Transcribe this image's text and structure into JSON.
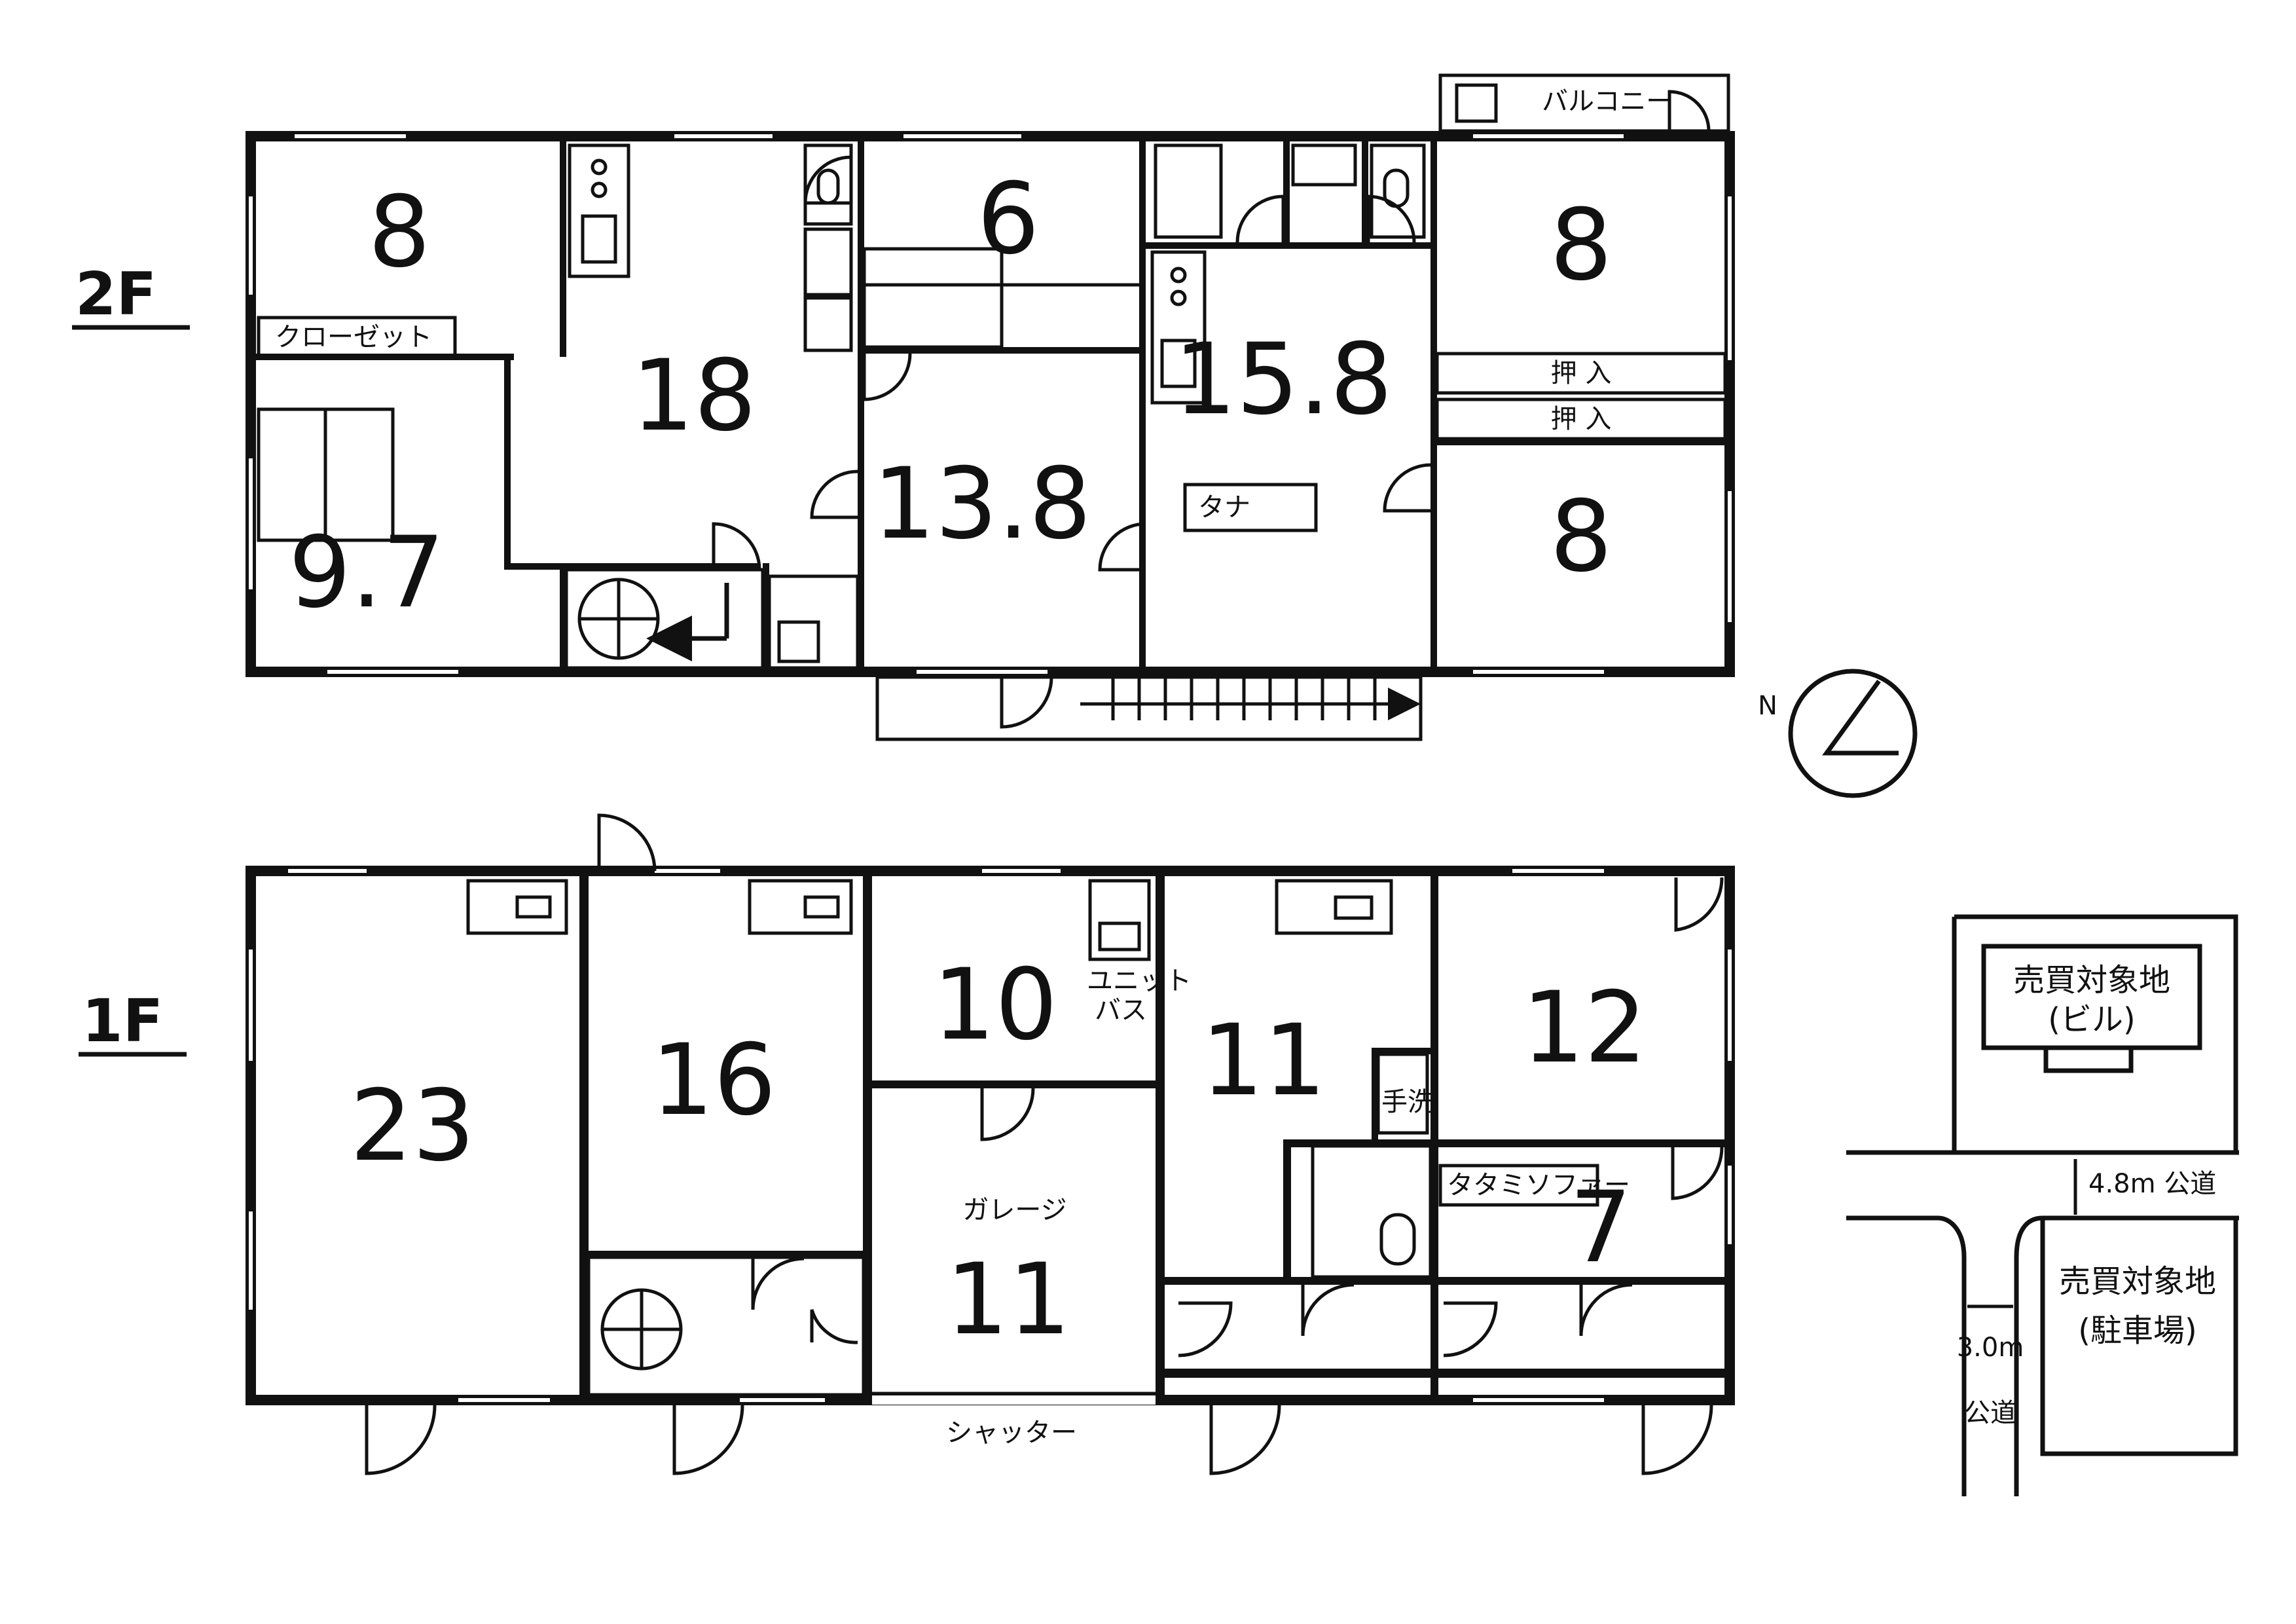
{
  "floors": {
    "second": {
      "label": "2F",
      "rooms": {
        "r8a": "8",
        "closet_label": "クローゼット",
        "r9_7": "9.7",
        "r18": "18",
        "r6": "6",
        "r13_8": "13.8",
        "r15_8": "15.8",
        "shelf_label": "タナ",
        "r8b": "8",
        "oshiire1": "押 入",
        "oshiire2": "押 入",
        "r8c": "8",
        "balcony_label": "バルコニー"
      }
    },
    "first": {
      "label": "1F",
      "rooms": {
        "r23": "23",
        "r16": "16",
        "r10": "10",
        "unit_bath_1": "ユニット",
        "unit_bath_2": "バス",
        "garage_label": "ガレージ",
        "garage_size": "11",
        "shutter_label": "シャッター",
        "r11": "11",
        "tesen_label": "手洗",
        "r12": "12",
        "tatami_sofa_label": "タタミソファー",
        "r7": "7"
      }
    }
  },
  "north_arrow": {
    "label": "N"
  },
  "site_map": {
    "building_line1": "売買対象地",
    "building_line2": "(ビル)",
    "parking_line1": "売買対象地",
    "parking_line2": "(駐車場)",
    "road_main": "4.8m 公道",
    "road_side_width": "3.0m",
    "road_side_kind": "公道"
  }
}
